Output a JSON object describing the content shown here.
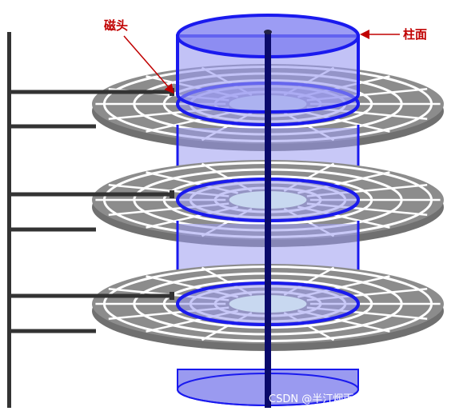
{
  "labels": {
    "head": "磁头",
    "cylinder": "柱面"
  },
  "watermark": "CSDN @半汀烟雨·碎菁寒",
  "colors": {
    "platter": "#8c8c8c",
    "platter_shadow": "#707070",
    "arm": "#333333",
    "cylinder_fill": "#9a9af0",
    "cylinder_edge": "#1a1aee",
    "spindle": "#0a0a6a",
    "label_red": "#c00000",
    "center_fill": "#c8d8f0"
  },
  "platters": 3,
  "rings_per_platter": 6
}
